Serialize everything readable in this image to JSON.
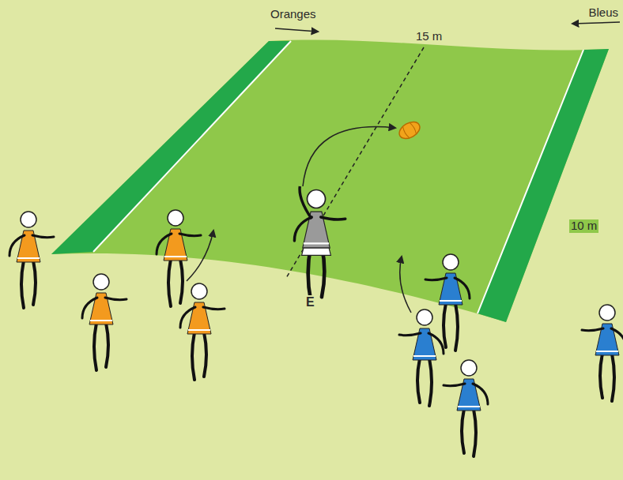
{
  "diagram": {
    "labels": [
      "Oranges",
      "Bleus",
      "15 m",
      "10 m",
      "E"
    ]
  }
}
